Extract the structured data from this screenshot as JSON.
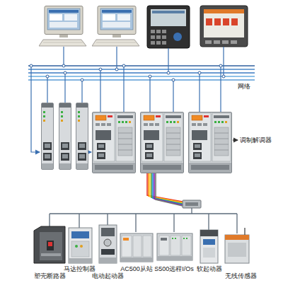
{
  "diagram": {
    "labels": [
      "网络",
      "调制解调器",
      "塑壳断路器",
      "马达控制器",
      "电动起动器",
      "AC500从站",
      "S500远程I/Os",
      "软起动器",
      "无线传感器"
    ]
  }
}
